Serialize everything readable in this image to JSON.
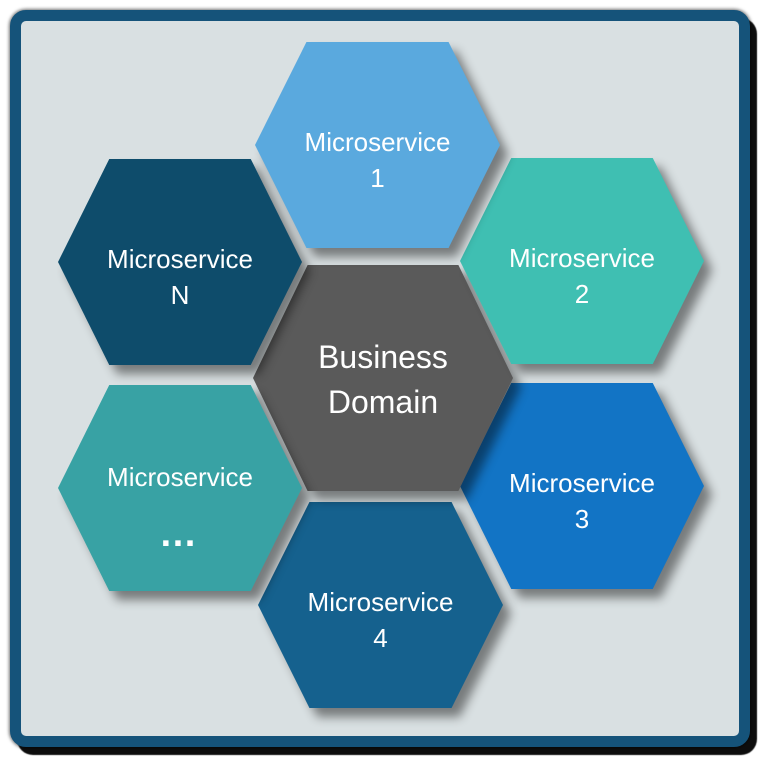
{
  "colors": {
    "page_background": "#ffffff",
    "frame_border": "#15537a",
    "frame_background": "#d9e0e2",
    "text": "#ffffff",
    "center_hexagon": "#5a5a5a",
    "microservice_1": "#5aa9de",
    "microservice_2": "#3fbfb2",
    "microservice_3": "#1274c5",
    "microservice_4": "#15618e",
    "microservice_ellipsis": "#38a2a4",
    "microservice_n": "#0e4c6b"
  },
  "diagram": {
    "center": {
      "line1": "Business",
      "line2": "Domain",
      "color": "#5a5a5a"
    },
    "hexagons": [
      {
        "id": "microservice-1",
        "line1": "Microservice",
        "line2": "1",
        "color": "#5aa9de",
        "position": "top"
      },
      {
        "id": "microservice-2",
        "line1": "Microservice",
        "line2": "2",
        "color": "#3fbfb2",
        "position": "top-right"
      },
      {
        "id": "microservice-3",
        "line1": "Microservice",
        "line2": "3",
        "color": "#1274c5",
        "position": "bottom-right"
      },
      {
        "id": "microservice-4",
        "line1": "Microservice",
        "line2": "4",
        "color": "#15618e",
        "position": "bottom"
      },
      {
        "id": "microservice-ellipsis",
        "line1": "Microservice",
        "line2": "…",
        "color": "#38a2a4",
        "position": "bottom-left"
      },
      {
        "id": "microservice-n",
        "line1": "Microservice",
        "line2": "N",
        "color": "#0e4c6b",
        "position": "top-left"
      }
    ]
  }
}
